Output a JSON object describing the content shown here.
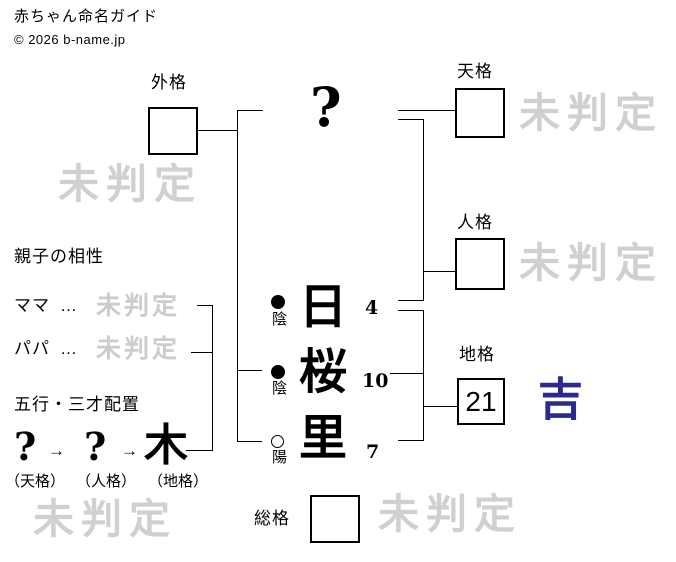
{
  "header": {
    "title": "赤ちゃん命名ガイド",
    "copyright": "© 2026 b-name.jp"
  },
  "labels": {
    "gaikaku": "外格",
    "tenkaku": "天格",
    "jinkaku": "人格",
    "chikaku": "地格",
    "soukaku": "総格"
  },
  "results": {
    "gaikaku": "未判定",
    "tenkaku": "未判定",
    "jinkaku": "未判定",
    "chikaku": "吉",
    "soukaku": "未判定",
    "overall": "未判定"
  },
  "values": {
    "chikaku": "21"
  },
  "surname_placeholder": "?",
  "name_chars": [
    {
      "char": "日",
      "strokes": "4",
      "marker_symbol": "●",
      "marker_label": "陰"
    },
    {
      "char": "桜",
      "strokes": "10",
      "marker_symbol": "●",
      "marker_label": "陰"
    },
    {
      "char": "里",
      "strokes": "7",
      "marker_symbol": "○",
      "marker_label": "陽"
    }
  ],
  "compatibility": {
    "heading": "親子の相性",
    "rows": [
      {
        "label": "ママ",
        "dots": "…",
        "result": "未判定"
      },
      {
        "label": "パパ",
        "dots": "…",
        "result": "未判定"
      }
    ]
  },
  "gogyo": {
    "heading": "五行・三才配置",
    "arrow": "→",
    "items": [
      {
        "symbol": "?",
        "label": "（天格）"
      },
      {
        "symbol": "?",
        "label": "（人格）"
      },
      {
        "symbol": "木",
        "label": "（地格）"
      }
    ]
  },
  "colors": {
    "good_result": "#2a2a8e",
    "watermark": "#d0d0d0"
  }
}
